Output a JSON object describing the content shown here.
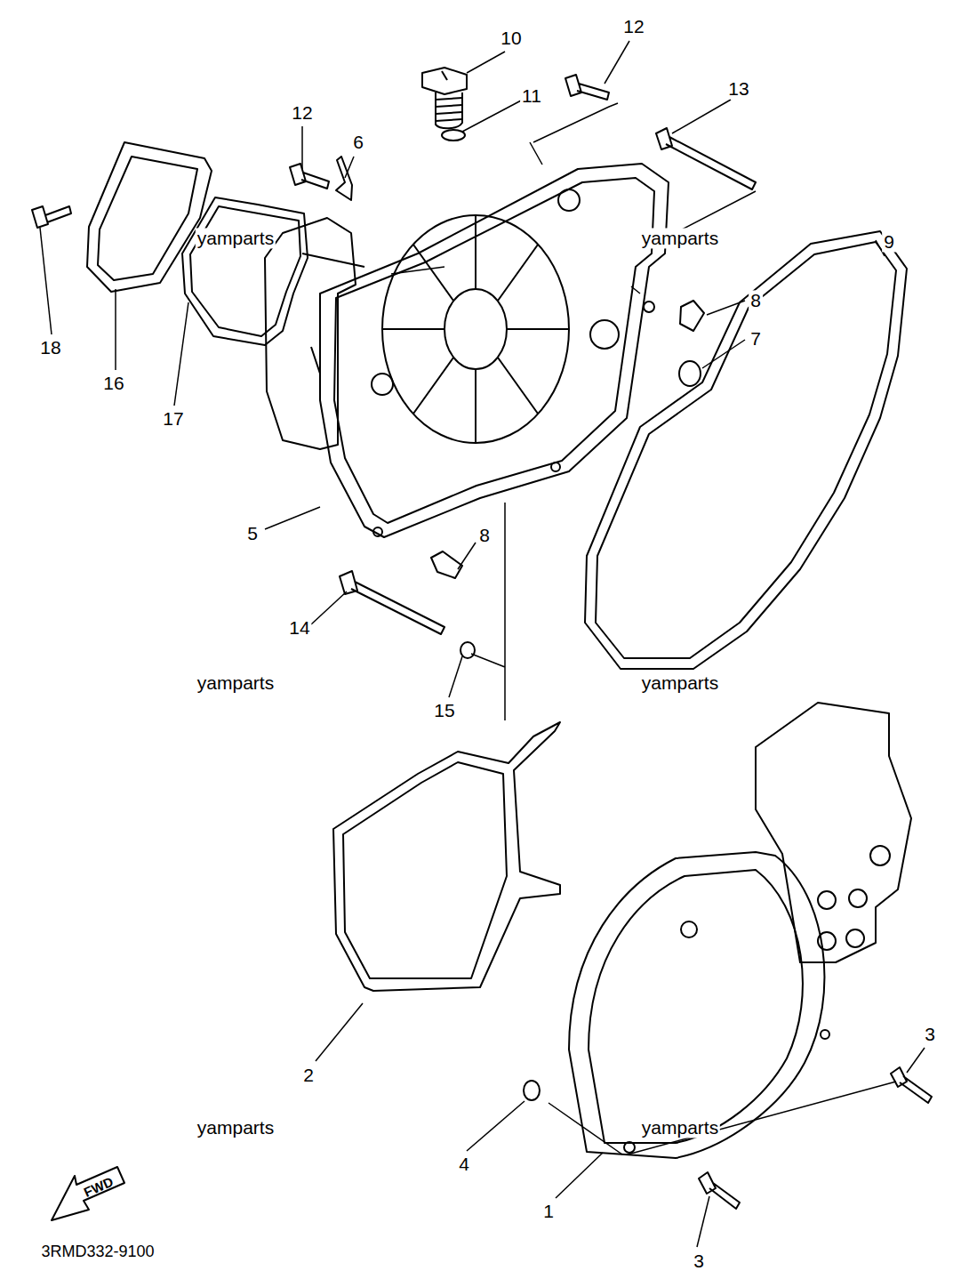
{
  "diagram": {
    "labels": [
      "10",
      "12",
      "11",
      "13",
      "12",
      "6",
      "yamparts",
      "yamparts",
      "9",
      "8",
      "18",
      "16",
      "7",
      "17",
      "5",
      "8",
      "14",
      "yamparts",
      "yamparts",
      "15",
      "3",
      "2",
      "yamparts",
      "yamparts",
      "4",
      "FWD",
      "1",
      "3",
      "3RMD332-9100"
    ]
  }
}
